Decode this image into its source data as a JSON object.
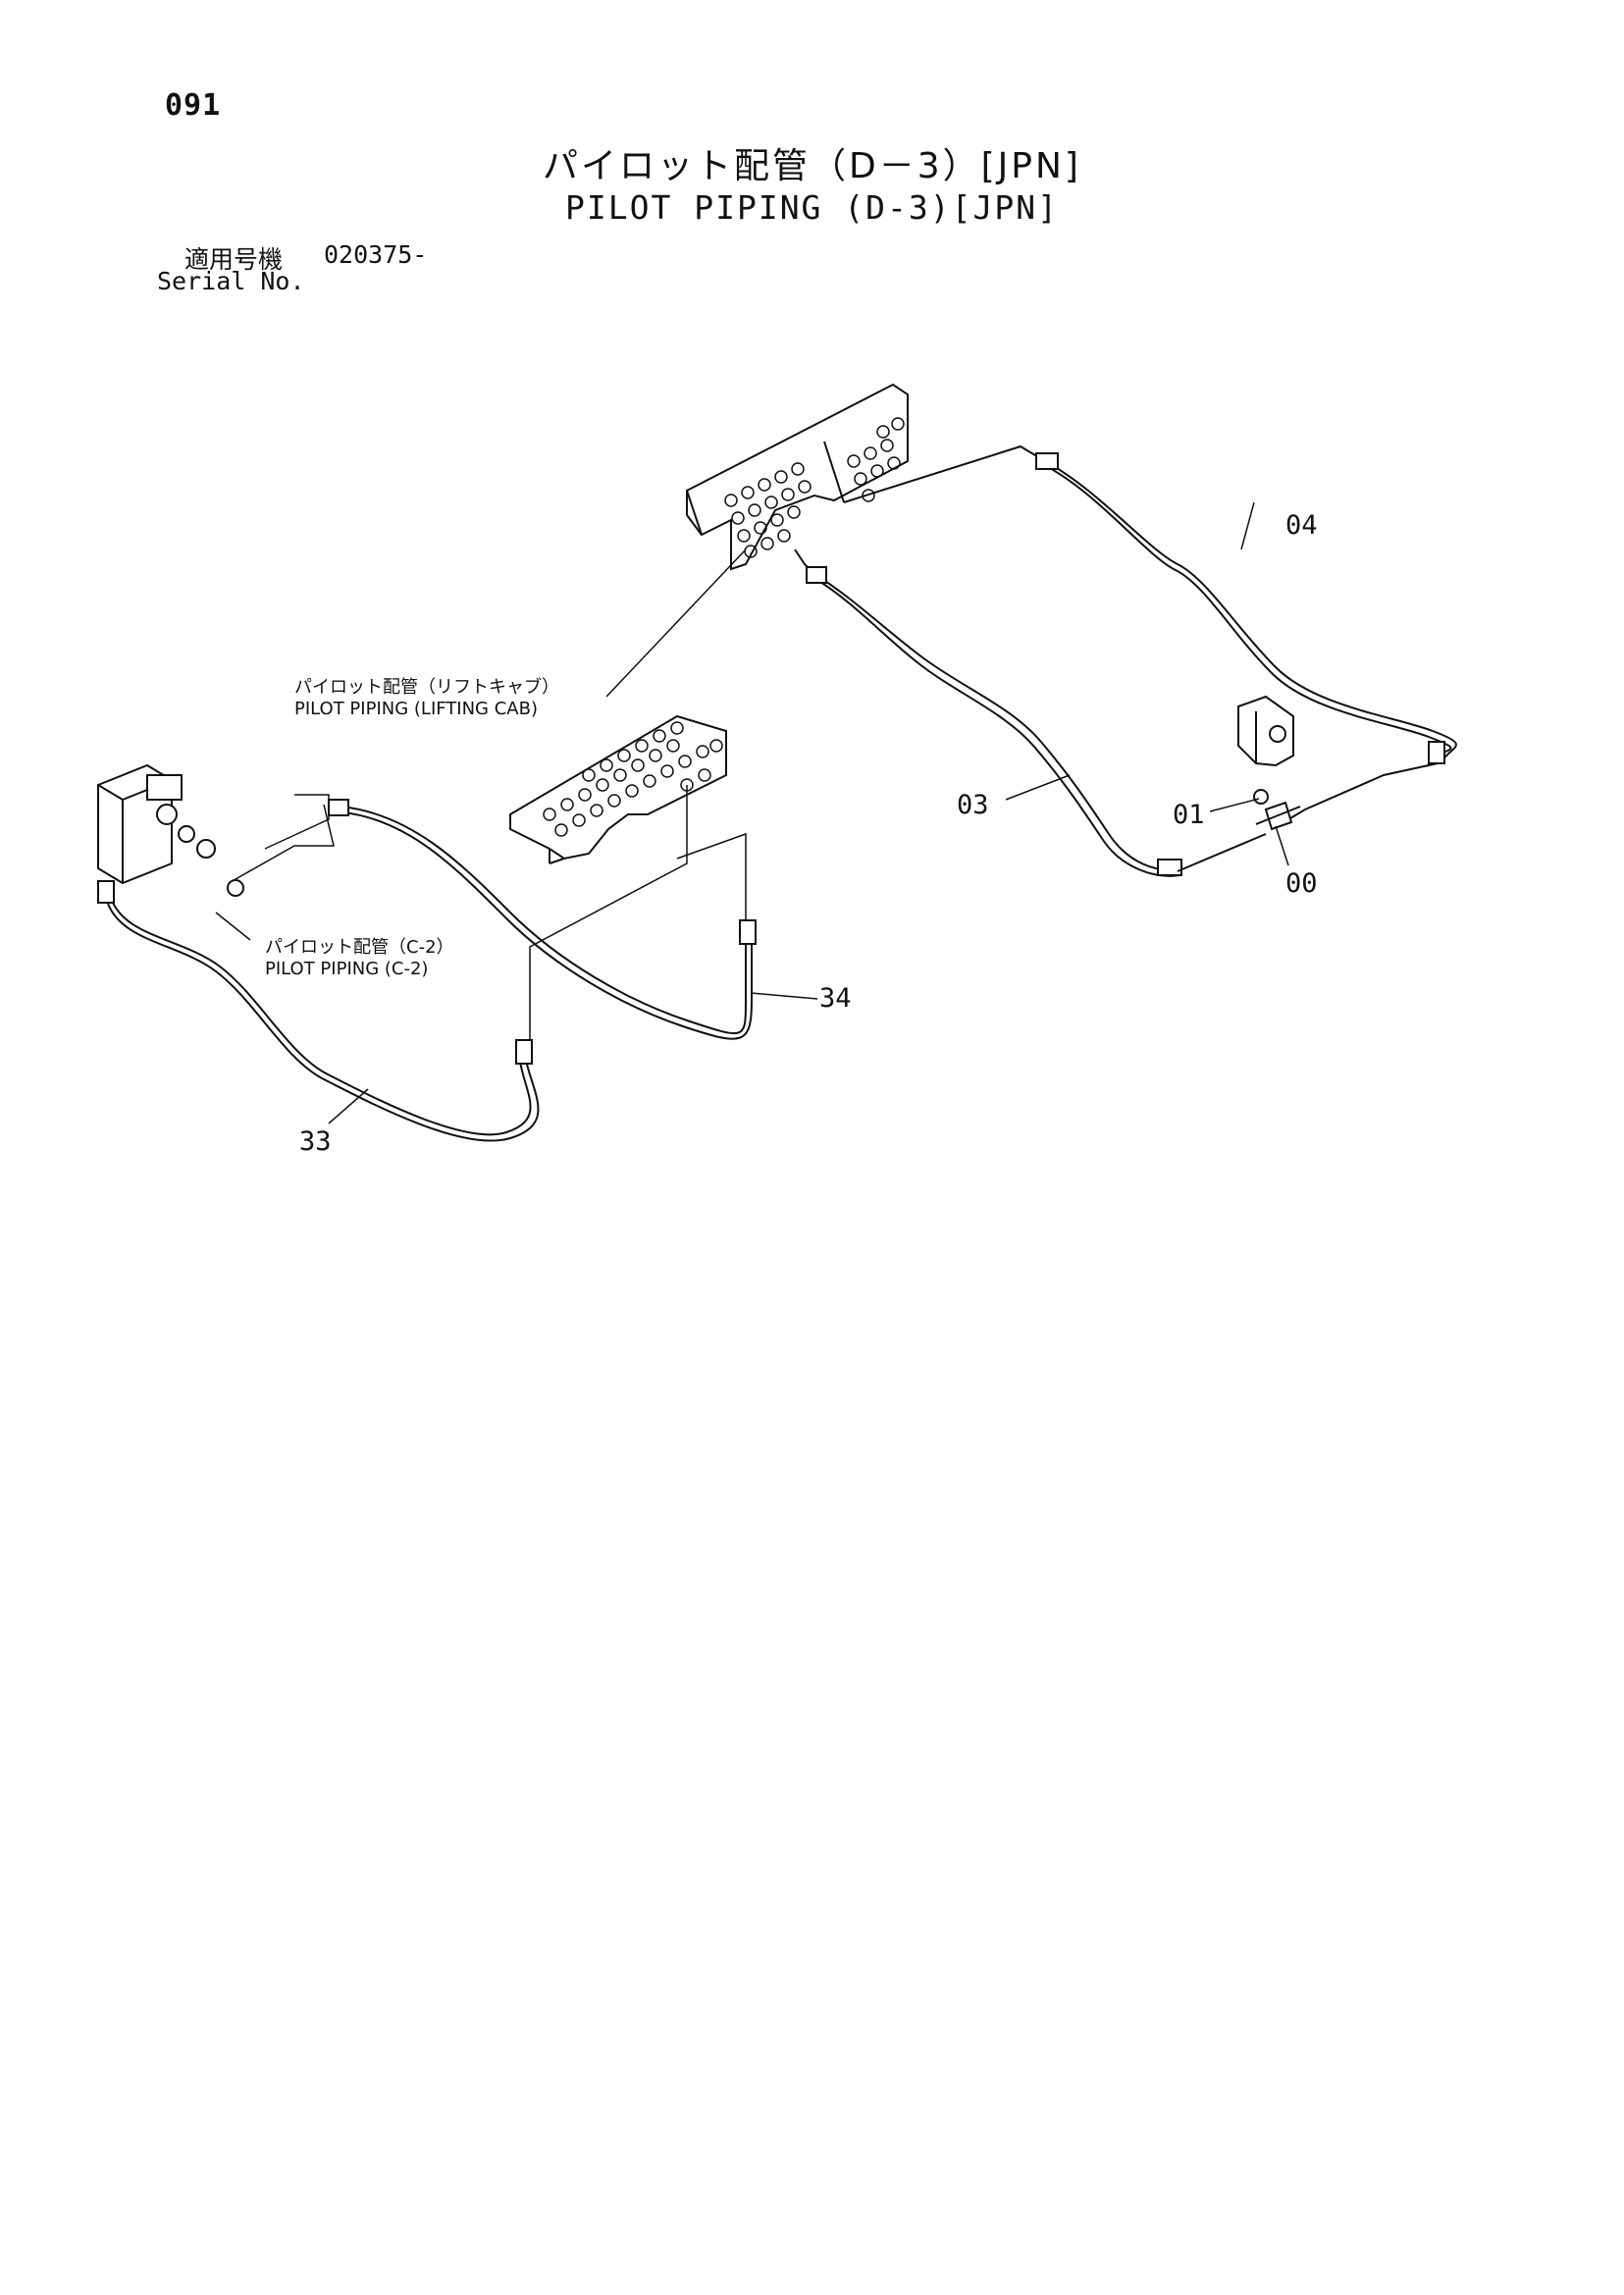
{
  "header": {
    "page_number": "091",
    "title_ja": "パイロット配管（D－3）[JPN]",
    "title_en": "PILOT PIPING (D-3)[JPN]",
    "serial_label_ja": "適用号機",
    "serial_value": "020375-",
    "serial_label_en": "Serial No."
  },
  "annotations": {
    "lifting_cab_ja": "パイロット配管（リフトキャブ）",
    "lifting_cab_en": "PILOT PIPING (LIFTING CAB)",
    "c2_ja": "パイロット配管（C-2）",
    "c2_en": "PILOT PIPING (C-2)"
  },
  "callouts": {
    "part_00": "00",
    "part_01": "01",
    "part_03": "03",
    "part_04": "04",
    "part_33": "33",
    "part_34": "34"
  }
}
